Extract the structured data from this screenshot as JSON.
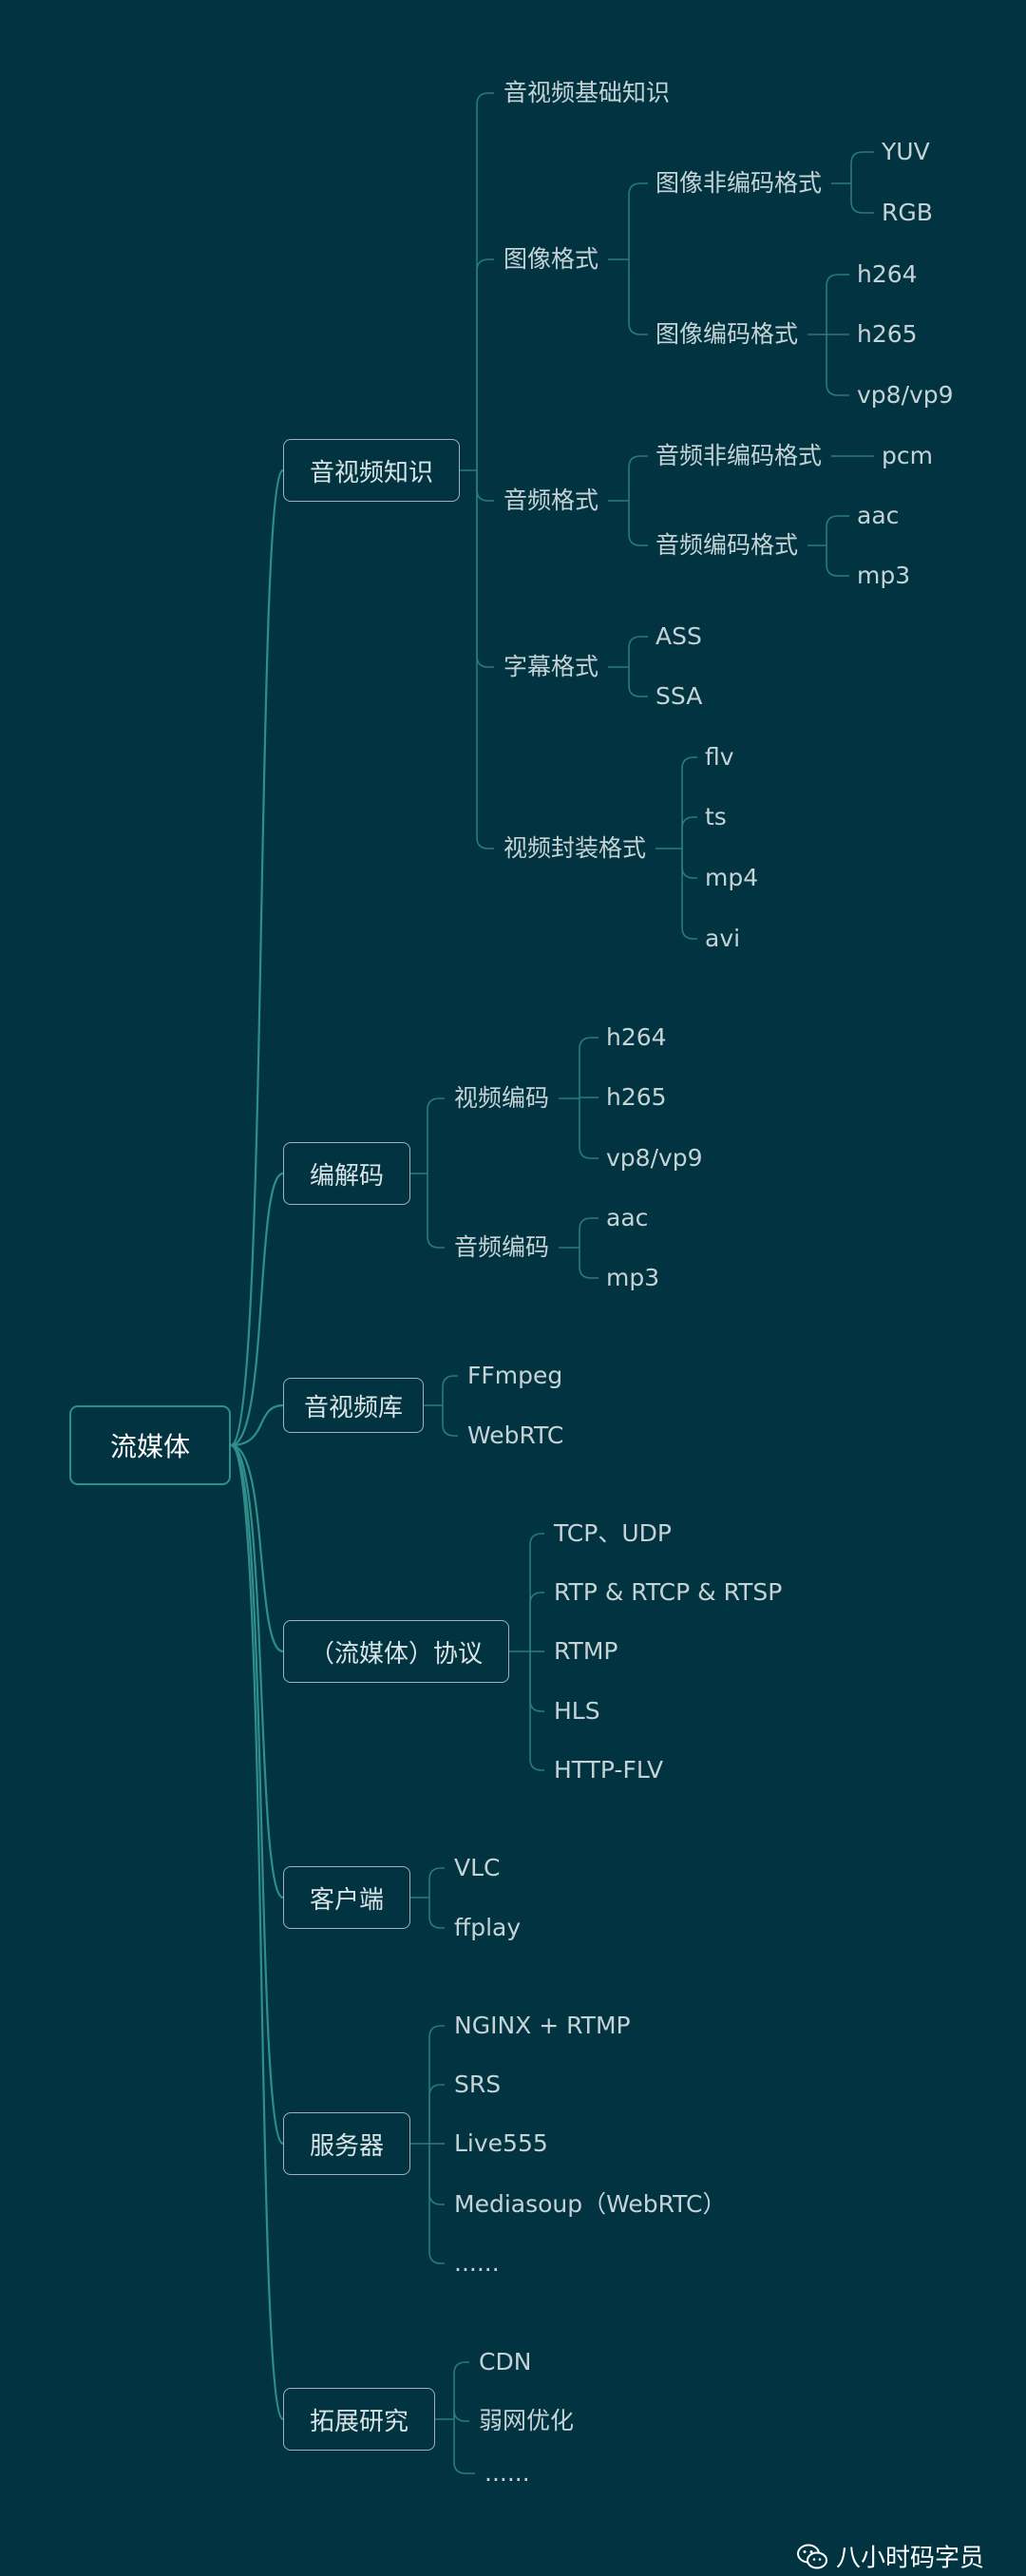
{
  "mindmap": {
    "root": "流媒体",
    "branches": [
      {
        "label": "音视频知识",
        "children": [
          {
            "label": "音视频基础知识"
          },
          {
            "label": "图像格式",
            "children": [
              {
                "label": "图像非编码格式",
                "children": [
                  {
                    "label": "YUV"
                  },
                  {
                    "label": "RGB"
                  }
                ]
              },
              {
                "label": "图像编码格式",
                "children": [
                  {
                    "label": "h264"
                  },
                  {
                    "label": "h265"
                  },
                  {
                    "label": "vp8/vp9"
                  }
                ]
              }
            ]
          },
          {
            "label": "音频格式",
            "children": [
              {
                "label": "音频非编码格式",
                "children": [
                  {
                    "label": "pcm"
                  }
                ]
              },
              {
                "label": "音频编码格式",
                "children": [
                  {
                    "label": "aac"
                  },
                  {
                    "label": "mp3"
                  }
                ]
              }
            ]
          },
          {
            "label": "字幕格式",
            "children": [
              {
                "label": "ASS"
              },
              {
                "label": "SSA"
              }
            ]
          },
          {
            "label": "视频封装格式",
            "children": [
              {
                "label": "flv"
              },
              {
                "label": "ts"
              },
              {
                "label": "mp4"
              },
              {
                "label": "avi"
              }
            ]
          }
        ]
      },
      {
        "label": "编解码",
        "children": [
          {
            "label": "视频编码",
            "children": [
              {
                "label": "h264"
              },
              {
                "label": "h265"
              },
              {
                "label": "vp8/vp9"
              }
            ]
          },
          {
            "label": "音频编码",
            "children": [
              {
                "label": "aac"
              },
              {
                "label": "mp3"
              }
            ]
          }
        ]
      },
      {
        "label": "音视频库",
        "children": [
          {
            "label": "FFmpeg"
          },
          {
            "label": "WebRTC"
          }
        ]
      },
      {
        "label": "（流媒体）协议",
        "children": [
          {
            "label": "TCP、UDP"
          },
          {
            "label": "RTP & RTCP & RTSP"
          },
          {
            "label": "RTMP"
          },
          {
            "label": "HLS"
          },
          {
            "label": "HTTP-FLV"
          }
        ]
      },
      {
        "label": "客户端",
        "children": [
          {
            "label": "VLC"
          },
          {
            "label": "ffplay"
          }
        ]
      },
      {
        "label": "服务器",
        "children": [
          {
            "label": "NGINX + RTMP"
          },
          {
            "label": "SRS"
          },
          {
            "label": "Live555"
          },
          {
            "label": "Mediasoup（WebRTC）"
          },
          {
            "label": "......"
          }
        ]
      },
      {
        "label": "拓展研究",
        "children": [
          {
            "label": "CDN"
          },
          {
            "label": "弱网优化"
          },
          {
            "label": "......"
          }
        ]
      }
    ]
  },
  "watermark": {
    "text": "八小时码字员",
    "icon": "wechat-icon"
  },
  "colors": {
    "background": "#013440",
    "branch_line": "#2f8f88",
    "text": "#c5d3d6",
    "box_border": "#9fb3b7"
  }
}
